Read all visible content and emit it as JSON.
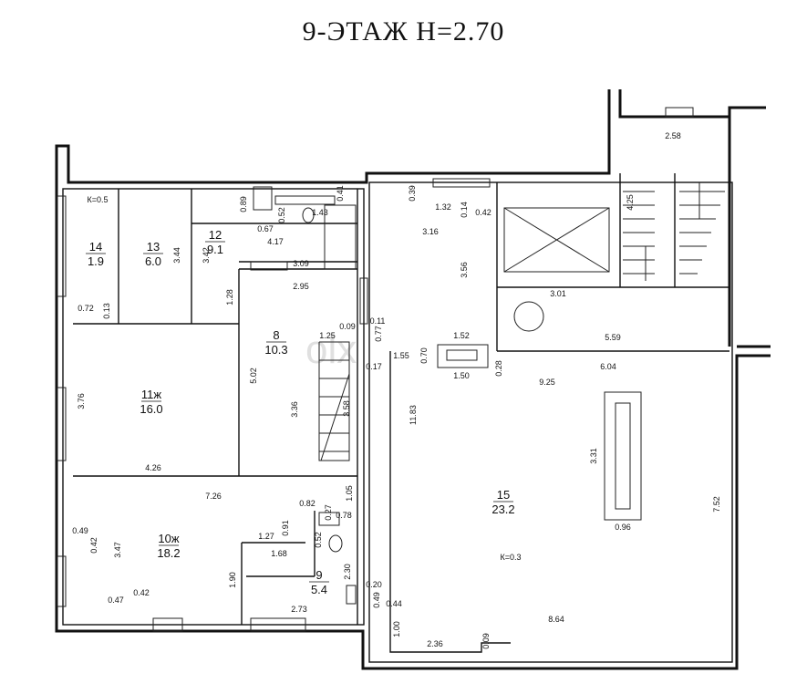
{
  "title": "9-ЭТАЖ  Н=2.70",
  "watermark": "olx",
  "rooms": [
    {
      "id": "14",
      "area": "1.9"
    },
    {
      "id": "13",
      "area": "6.0"
    },
    {
      "id": "12",
      "area": "9.1"
    },
    {
      "id": "8",
      "area": "10.3"
    },
    {
      "id": "11ж",
      "area": "16.0"
    },
    {
      "id": "10ж",
      "area": "18.2"
    },
    {
      "id": "9",
      "area": "5.4"
    },
    {
      "id": "15",
      "area": "23.2"
    }
  ],
  "coefficients": [
    "К=0.5",
    "К=0.3"
  ],
  "dimensions": [
    "2.58",
    "4.25",
    "0.39",
    "1.32",
    "0.14",
    "0.42",
    "3.16",
    "3.56",
    "3.01",
    "5.59",
    "1.52",
    "1.55",
    "0.70",
    "1.50",
    "0.28",
    "6.04",
    "9.25",
    "0.77",
    "0.17",
    "11.83",
    "3.31",
    "0.96",
    "7.52",
    "0.20",
    "0.49",
    "0.44",
    "1.00",
    "2.36",
    "0.09",
    "8.64",
    "0.89",
    "0.67",
    "0.52",
    "1.43",
    "0.41",
    "4.17",
    "3.42",
    "3.09",
    "3.44",
    "0.72",
    "0.13",
    "1.28",
    "2.95",
    "0.09",
    "0.11",
    "1.25",
    "5.02",
    "3.36",
    "3.58",
    "3.76",
    "4.26",
    "7.26",
    "1.05",
    "0.82",
    "0.27",
    "0.78",
    "0.91",
    "1.27",
    "0.52",
    "1.68",
    "2.30",
    "1.90",
    "2.73",
    "0.49",
    "0.42",
    "3.47",
    "0.47",
    "0.42"
  ]
}
